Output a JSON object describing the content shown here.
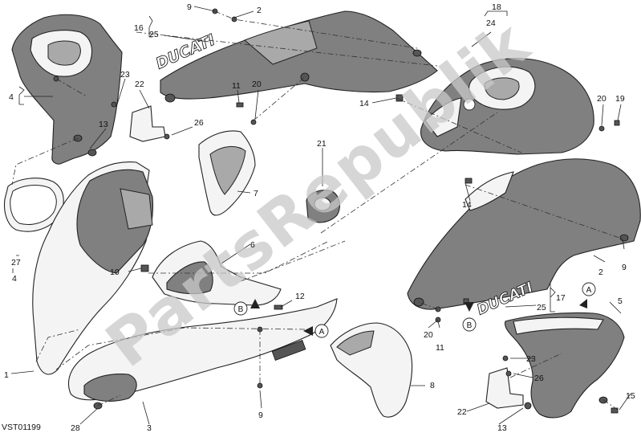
{
  "diagram_code": "VST01199",
  "watermark": "PartsRepublik",
  "logos": [
    "DUCATI",
    "DUCATI"
  ],
  "markers": [
    "A",
    "A",
    "B",
    "B"
  ],
  "callouts": [
    "1",
    "2",
    "2",
    "3",
    "4",
    "4",
    "5",
    "6",
    "7",
    "8",
    "9",
    "9",
    "9",
    "10",
    "11",
    "11",
    "12",
    "13",
    "13",
    "14",
    "14",
    "15",
    "16",
    "17",
    "18",
    "19",
    "20",
    "20",
    "20",
    "21",
    "22",
    "22",
    "23",
    "23",
    "24",
    "25",
    "25",
    "26",
    "26",
    "27",
    "28"
  ]
}
